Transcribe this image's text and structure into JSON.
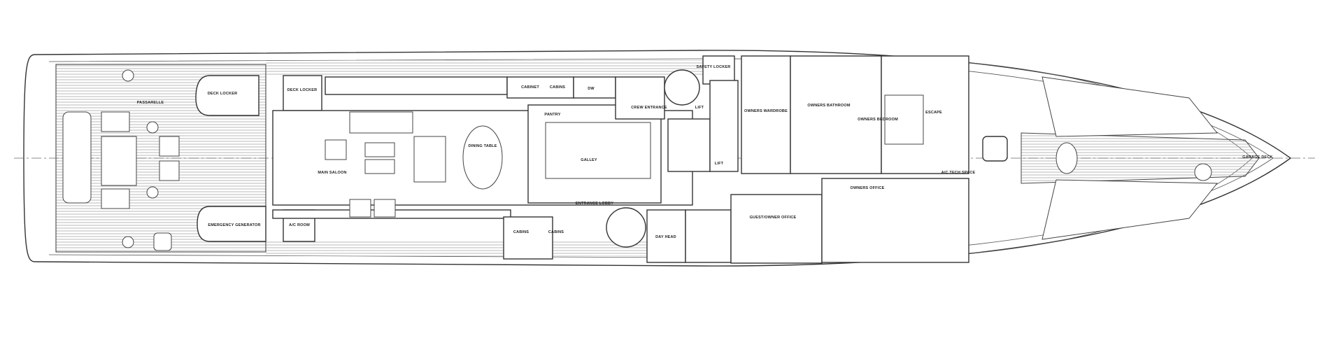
{
  "title": "Main Deck General Arrangement",
  "rooms": {
    "passarelle": "PASSARELLE",
    "deck_locker_1": "DECK LOCKER",
    "deck_locker_2": "DECK LOCKER",
    "main_saloon": "MAIN SALOON",
    "emergency_generator": "EMERGENCY GENERATOR",
    "ac_room": "A/C ROOM",
    "dining_table": "DINING TABLE",
    "pantry": "PANTRY",
    "galley": "GALLEY",
    "cabinet_1": "CABINET",
    "cabinet_2": "CABINS",
    "cabinet_3": "CABINS",
    "cabinet_4": "CABINS",
    "dw": "DW",
    "crew_entrance": "CREW ENTRANCE",
    "safety_locker": "SAFETY LOCKER",
    "lift_1": "LIFT",
    "lift_2": "LIFT",
    "entrance_lobby": "ENTRANCE LOBBY",
    "day_head": "DAY HEAD",
    "guest_owner_office": "GUEST/OWNER OFFICE",
    "owners_wardrobe": "OWNERS WARDROBE",
    "owners_bathroom": "OWNERS BATHROOM",
    "owners_bedroom": "OWNERS BEDROOM",
    "owners_office": "OWNERS OFFICE",
    "escape": "ESCAPE",
    "ac_tech_space": "A/C TECH SPACE",
    "garage_deck": "GARAGE DECK"
  }
}
